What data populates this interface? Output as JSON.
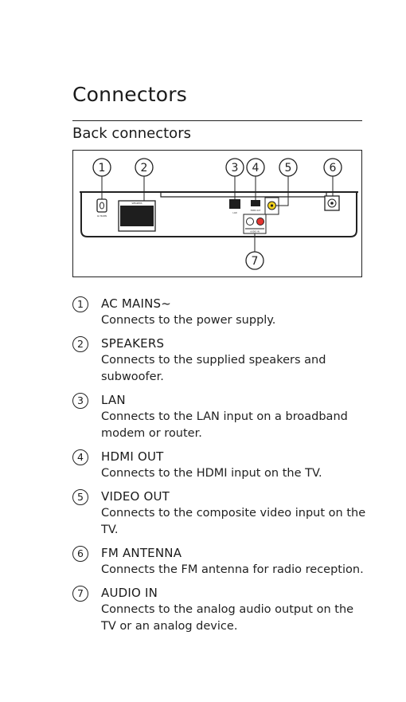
{
  "page": {
    "title": "Connectors",
    "subtitle": "Back connectors"
  },
  "figure": {
    "callouts": [
      "1",
      "2",
      "3",
      "4",
      "5",
      "6",
      "7"
    ],
    "panel_labels": {
      "ac": "AC MAINS",
      "speakers": "SPEAKERS",
      "lan": "LAN",
      "hdmi": "HDMI OUT",
      "audio": "AUDIO IN"
    }
  },
  "items": [
    {
      "num": "1",
      "title": "AC MAINS~",
      "desc": "Connects to the power supply."
    },
    {
      "num": "2",
      "title": "SPEAKERS",
      "desc": "Connects to the supplied speakers and subwoofer."
    },
    {
      "num": "3",
      "title": "LAN",
      "desc": "Connects to the LAN input on a broadband modem or router."
    },
    {
      "num": "4",
      "title": "HDMI OUT",
      "desc": "Connects to the HDMI input on the TV."
    },
    {
      "num": "5",
      "title": "VIDEO OUT",
      "desc": "Connects to the composite video input on the TV."
    },
    {
      "num": "6",
      "title": "FM ANTENNA",
      "desc": "Connects the FM antenna for radio reception."
    },
    {
      "num": "7",
      "title": "AUDIO IN",
      "desc": "Connects to the analog audio output on the TV or an analog device."
    }
  ]
}
